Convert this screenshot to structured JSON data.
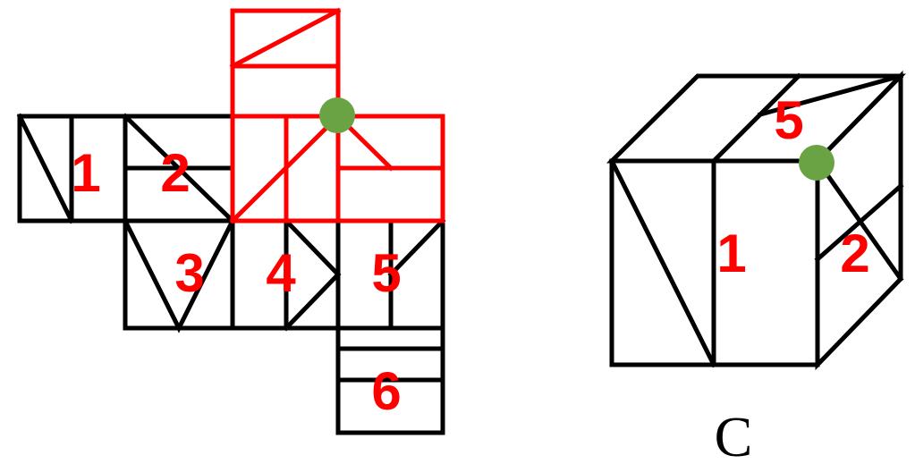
{
  "colors": {
    "outline": "#000000",
    "highlight": "#ff0000",
    "label": "#ff0000",
    "dot": "#6aa343"
  },
  "net": {
    "labels": [
      "1",
      "2",
      "3",
      "4",
      "5",
      "6"
    ]
  },
  "cube": {
    "labels": {
      "front": "1",
      "top": "5",
      "side": "2"
    },
    "caption": "C"
  }
}
